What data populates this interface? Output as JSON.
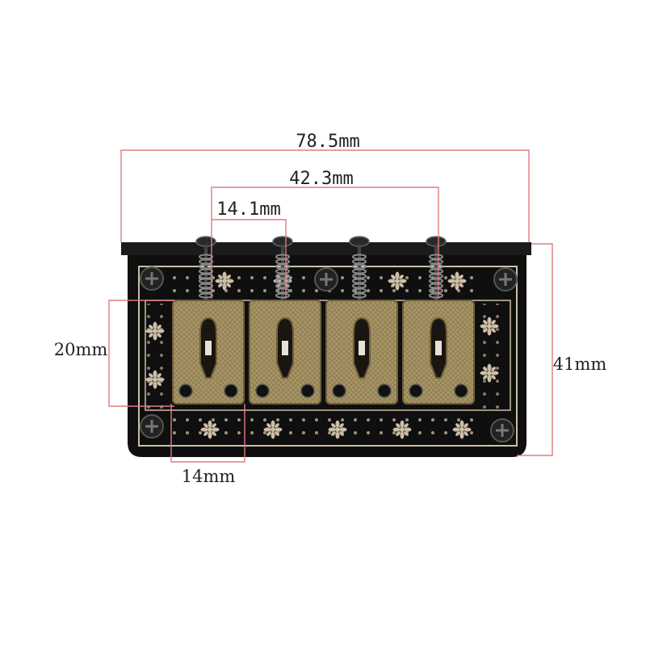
{
  "product": {
    "name_icon": "guitar-bridge-icon",
    "saddle_count": 4,
    "colors": {
      "plate": "#0f0f10",
      "pattern": "#cdbfa6",
      "saddle": "#a89566",
      "saddle_dark": "#6f5f3a",
      "dimension_line": "#e07b80"
    }
  },
  "dimensions": {
    "overall_width": "78.5mm",
    "outer_saddle_span": "42.3mm",
    "saddle_spacing": "14.1mm",
    "saddle_length": "20mm",
    "saddle_width": "14mm",
    "plate_height": "41mm"
  }
}
